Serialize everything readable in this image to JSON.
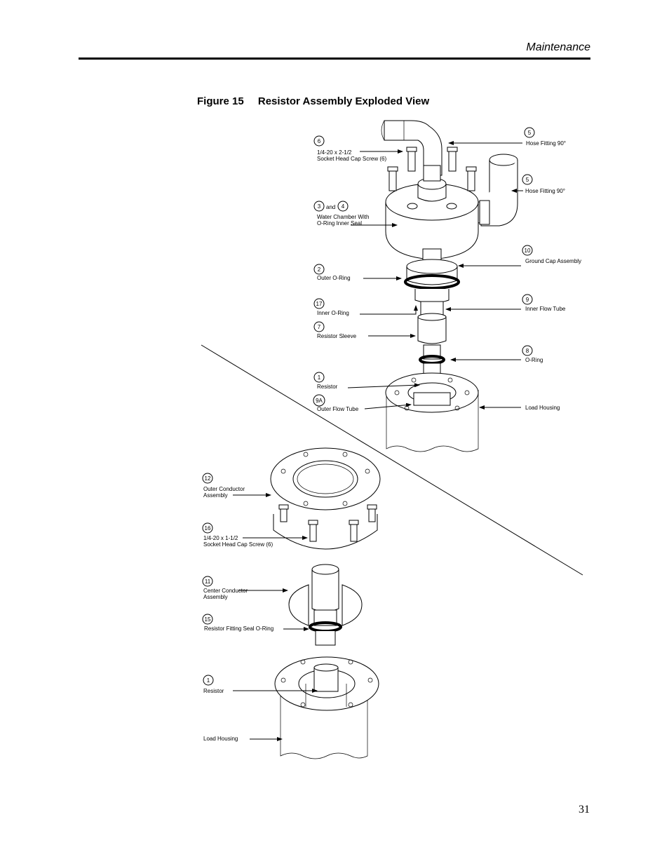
{
  "header": {
    "section": "Maintenance",
    "page_number": "31"
  },
  "figure": {
    "number": "Figure 15",
    "title": "Resistor Assembly Exploded View"
  },
  "callouts": [
    {
      "num": "6",
      "lines": [
        "1/4-20 x 2-1/2",
        "Socket Head Cap Screw (6)"
      ]
    },
    {
      "num": "5",
      "lines": [
        "Hose Fitting 90°"
      ]
    },
    {
      "num": "5",
      "lines": [
        "Hose Fitting 90°"
      ]
    },
    {
      "num": "3",
      "num2": "4",
      "joiner": "and",
      "lines": [
        "Water Chamber With",
        "O-Ring Inner Seal"
      ]
    },
    {
      "num": "10",
      "lines": [
        "Ground Cap Assembly"
      ]
    },
    {
      "num": "2",
      "lines": [
        "Outer O-Ring"
      ]
    },
    {
      "num": "9",
      "lines": [
        "Inner Flow Tube"
      ]
    },
    {
      "num": "17",
      "lines": [
        "Inner O-Ring"
      ]
    },
    {
      "num": "7",
      "lines": [
        "Resistor Sleeve"
      ]
    },
    {
      "num": "8",
      "lines": [
        "O-Ring"
      ]
    },
    {
      "num": "1",
      "lines": [
        "Resistor"
      ]
    },
    {
      "num": "9A",
      "lines": [
        "Outer Flow Tube"
      ]
    },
    {
      "num": "",
      "lines": [
        "Load Housing"
      ]
    },
    {
      "num": "12",
      "lines": [
        "Outer Conductor",
        "Assembly"
      ]
    },
    {
      "num": "16",
      "lines": [
        "1/4-20 x 1-1/2",
        "Socket Head Cap Screw (6)"
      ]
    },
    {
      "num": "11",
      "lines": [
        "Center Conductor",
        "Assembly"
      ]
    },
    {
      "num": "15",
      "lines": [
        "Resistor Fitting Seal O-Ring"
      ]
    },
    {
      "num": "1",
      "lines": [
        "Resistor"
      ]
    },
    {
      "num": "",
      "lines": [
        "Load Housing"
      ]
    }
  ]
}
